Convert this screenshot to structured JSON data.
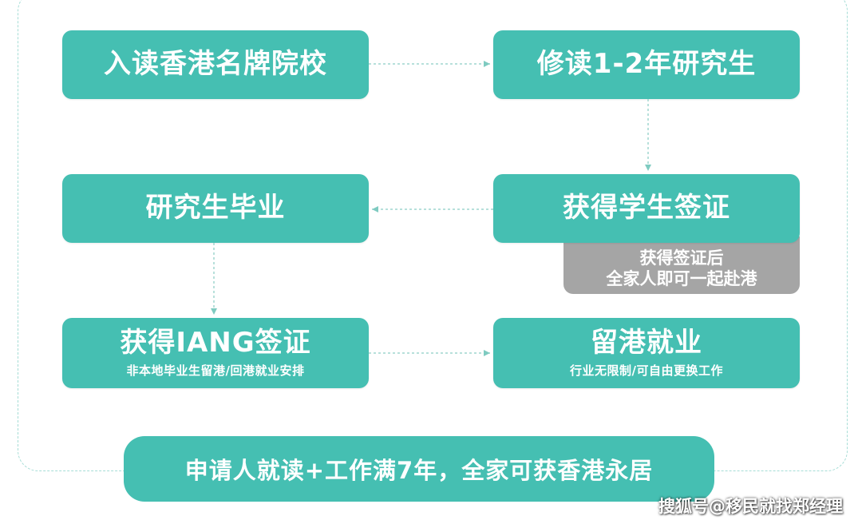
{
  "steps": [
    {
      "id": "b1",
      "label": "入读香港名牌院校"
    },
    {
      "id": "b2",
      "label": "修读1-2年研究生"
    },
    {
      "id": "b3",
      "label": "研究生毕业"
    },
    {
      "id": "b4",
      "label": "获得学生签证"
    },
    {
      "id": "b5",
      "label": "获得IANG签证",
      "sub": "非本地毕业生留港/回港就业安排"
    },
    {
      "id": "b6",
      "label": "留港就业",
      "sub": "行业无限制/可自由更换工作"
    }
  ],
  "note": {
    "line1": "获得签证后",
    "line2": "全家人即可一起赴港"
  },
  "banner": "申请人就读+工作满7年，全家可获香港永居",
  "watermark": "搜狐号@移民就找郑经理",
  "colors": {
    "accent": "#45bfb2",
    "note": "#a5a5a5",
    "connector": "#9fd6cf"
  }
}
